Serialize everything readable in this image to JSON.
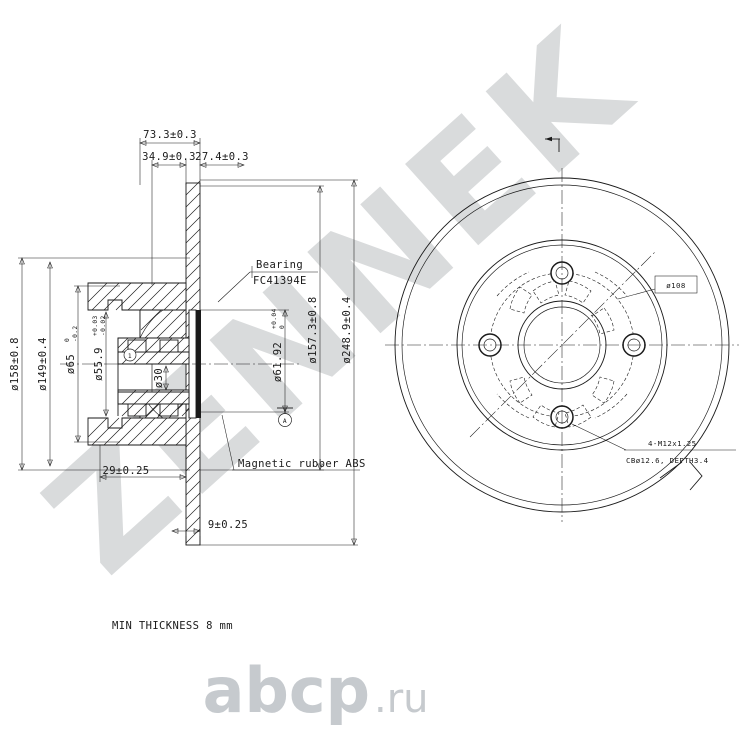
{
  "drawing": {
    "type": "engineering-drawing",
    "subject": "Brake disc with integrated wheel bearing hub and ABS magnetic encoder",
    "views": [
      {
        "name": "section-view",
        "position": "left"
      },
      {
        "name": "front-view",
        "position": "right"
      }
    ]
  },
  "dimensions": {
    "top": [
      {
        "id": "overall-length",
        "label": "73.3±0.3"
      },
      {
        "id": "hub-offset",
        "label": "34.9±0.3"
      },
      {
        "id": "bearing-length",
        "label": "27.4±0.3"
      }
    ],
    "left": [
      {
        "id": "outer-disc-dia",
        "label": "ø158±0.8"
      },
      {
        "id": "friction-dia",
        "label": "ø149±0.4"
      },
      {
        "id": "pilot-dia",
        "label": "ø65",
        "tol_up": "0",
        "tol_dn": "-0.2"
      },
      {
        "id": "bearing-seat-dia",
        "label": "ø55.9",
        "tol_up": "+0.03",
        "tol_dn": "-0.02"
      }
    ],
    "inner": [
      {
        "id": "bore-dia",
        "label": "ø30"
      }
    ],
    "right": [
      {
        "id": "encoder-dia",
        "label": "ø61.92",
        "tol_up": "+0.04",
        "tol_dn": "0"
      },
      {
        "id": "inner-disc-dia",
        "label": "ø157.3±0.8"
      },
      {
        "id": "disc-outer-dia",
        "label": "ø248.9±0.4"
      }
    ],
    "bottom": [
      {
        "id": "hat-depth",
        "label": "29±0.25"
      },
      {
        "id": "disc-thickness",
        "label": "9±0.25"
      }
    ]
  },
  "callouts": {
    "bearing": {
      "title": "Bearing",
      "code": "FC41394E"
    },
    "magnetic_rubber": {
      "label": "Magnetic rubber ABS"
    },
    "bolt_circle": {
      "label": "ø108"
    },
    "threads": {
      "line1": "4-M12x1.25",
      "line2": "CBø12.6, DEPTH3.4"
    },
    "detail_marker": {
      "label": "A"
    }
  },
  "notes": {
    "min_thickness": "MIN THICKNESS 8 mm"
  },
  "watermarks": {
    "diagonal": "ZENNEK",
    "footer": "abcp",
    "footer_tld": ".ru"
  },
  "colors": {
    "line": "#1a1a1a",
    "background": "#ffffff",
    "watermark": "#d9dbdc",
    "watermark_footer": "#c6cace"
  }
}
